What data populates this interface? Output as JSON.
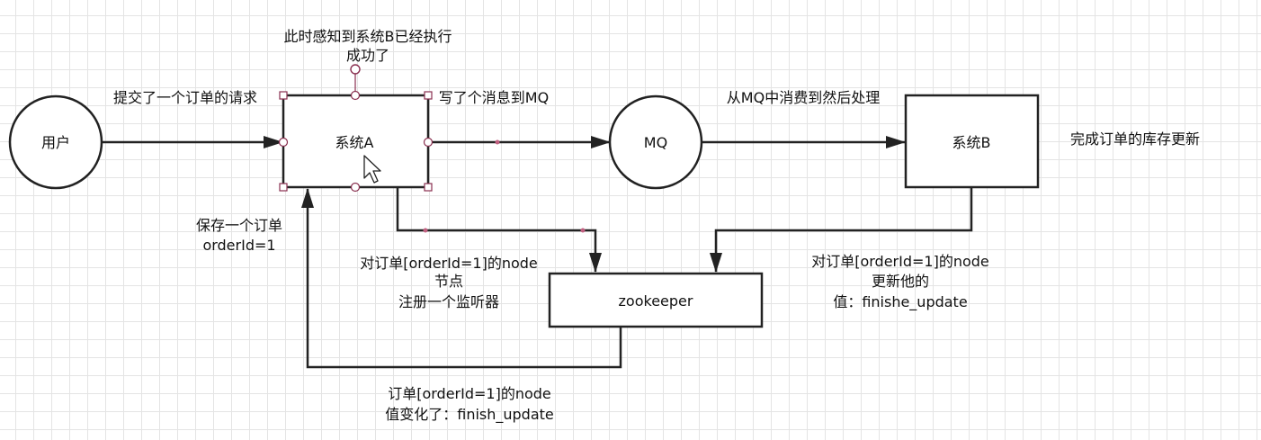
{
  "nodes": {
    "user": "用户",
    "system_a": "系统A",
    "mq": "MQ",
    "system_b": "系统B",
    "zookeeper": "zookeeper"
  },
  "labels": {
    "submit_order": "提交了一个订单的请求",
    "sense_success_line1": "此时感知到系统B已经执行",
    "sense_success_line2": "成功了",
    "write_msg": "写了个消息到MQ",
    "consume_mq": "从MQ中消费到然后处理",
    "finish_stock": "完成订单的库存更新",
    "save_order_line1": "保存一个订单",
    "save_order_line2": "orderId=1",
    "register_line1": "对订单[orderId=1]的node",
    "register_line2": "节点",
    "register_line3": "注册一个监听器",
    "update_line1": "对订单[orderId=1]的node",
    "update_line2": "更新他的",
    "update_line3": "值：finishe_update",
    "changed_line1": "订单[orderId=1]的node",
    "changed_line2": "值变化了：finish_update"
  }
}
